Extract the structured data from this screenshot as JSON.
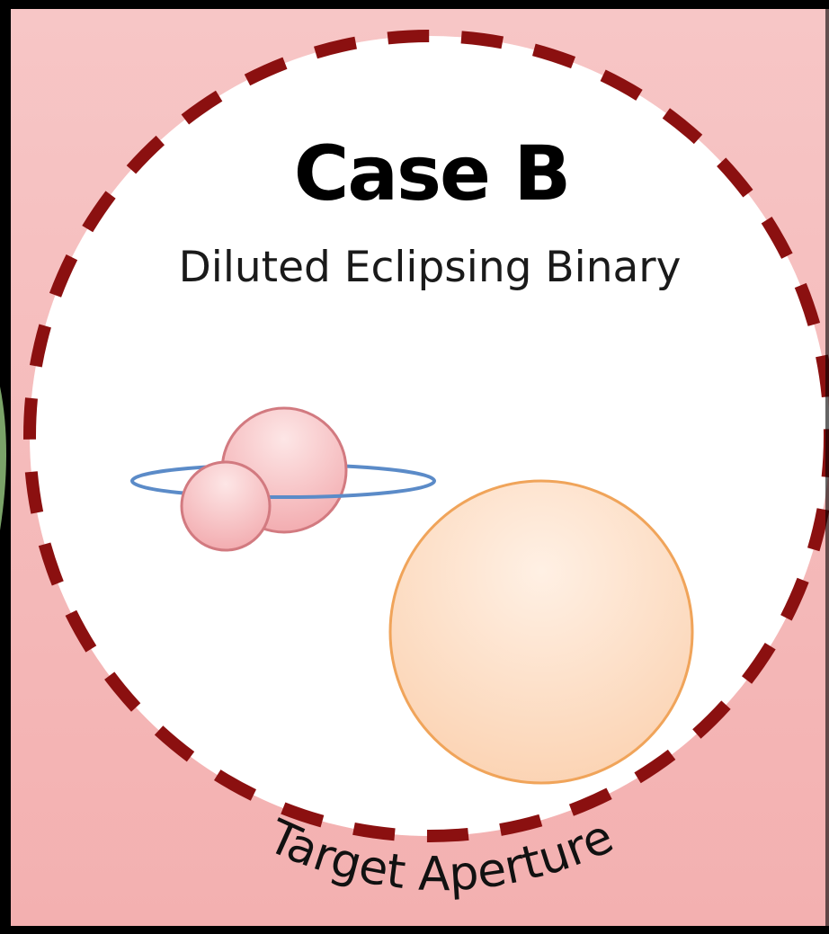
{
  "diagram": {
    "title": "Case B",
    "subtitle": "Diluted Eclipsing Binary",
    "aperture_label": "Target Aperture",
    "colors": {
      "frame": "#000000",
      "background": "#f6bcbc",
      "aperture_fill": "#ffffff",
      "aperture_dash": "#8b1010",
      "binary_star_fill": "#f7c4c6",
      "binary_star_stroke": "#d27a80",
      "orbit_ring": "#5b8bc8",
      "foreground_star_fill": "#fdd9bf",
      "foreground_star_stroke": "#f0a45a",
      "left_edge_accent": "#8fbf7a"
    }
  }
}
